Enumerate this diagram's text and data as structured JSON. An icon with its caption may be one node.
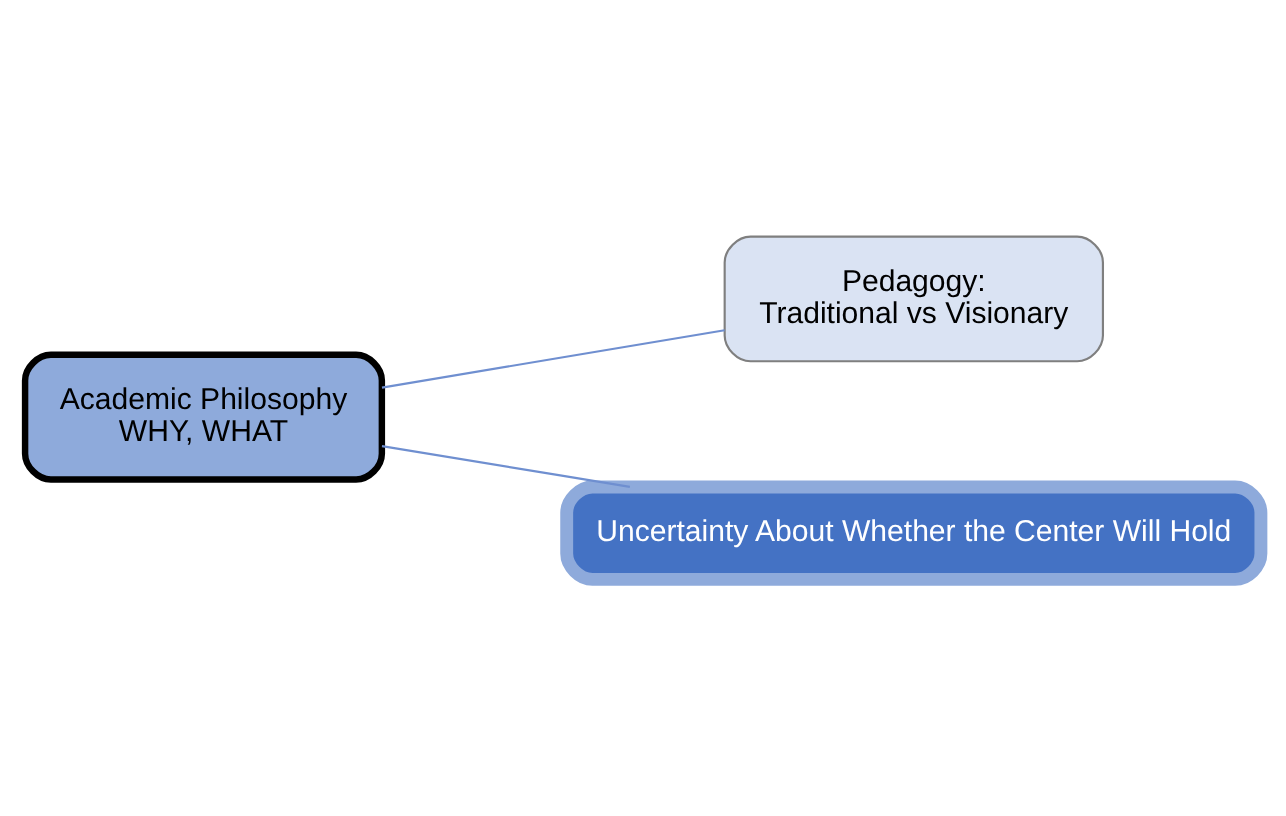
{
  "diagram": {
    "nodes": [
      {
        "text": [
          "Academic Philosophy",
          "WHY, WHAT"
        ]
      },
      {
        "text": [
          "Pedagogy:",
          "Traditional vs Visionary"
        ]
      },
      {
        "text": [
          "Uncertainty About Whether the Center Will Hold"
        ]
      }
    ],
    "edges": [
      {
        "from": 0,
        "to": 1,
        "arrow": "none"
      },
      {
        "from": 0,
        "to": 2,
        "arrow": "none"
      }
    ]
  }
}
